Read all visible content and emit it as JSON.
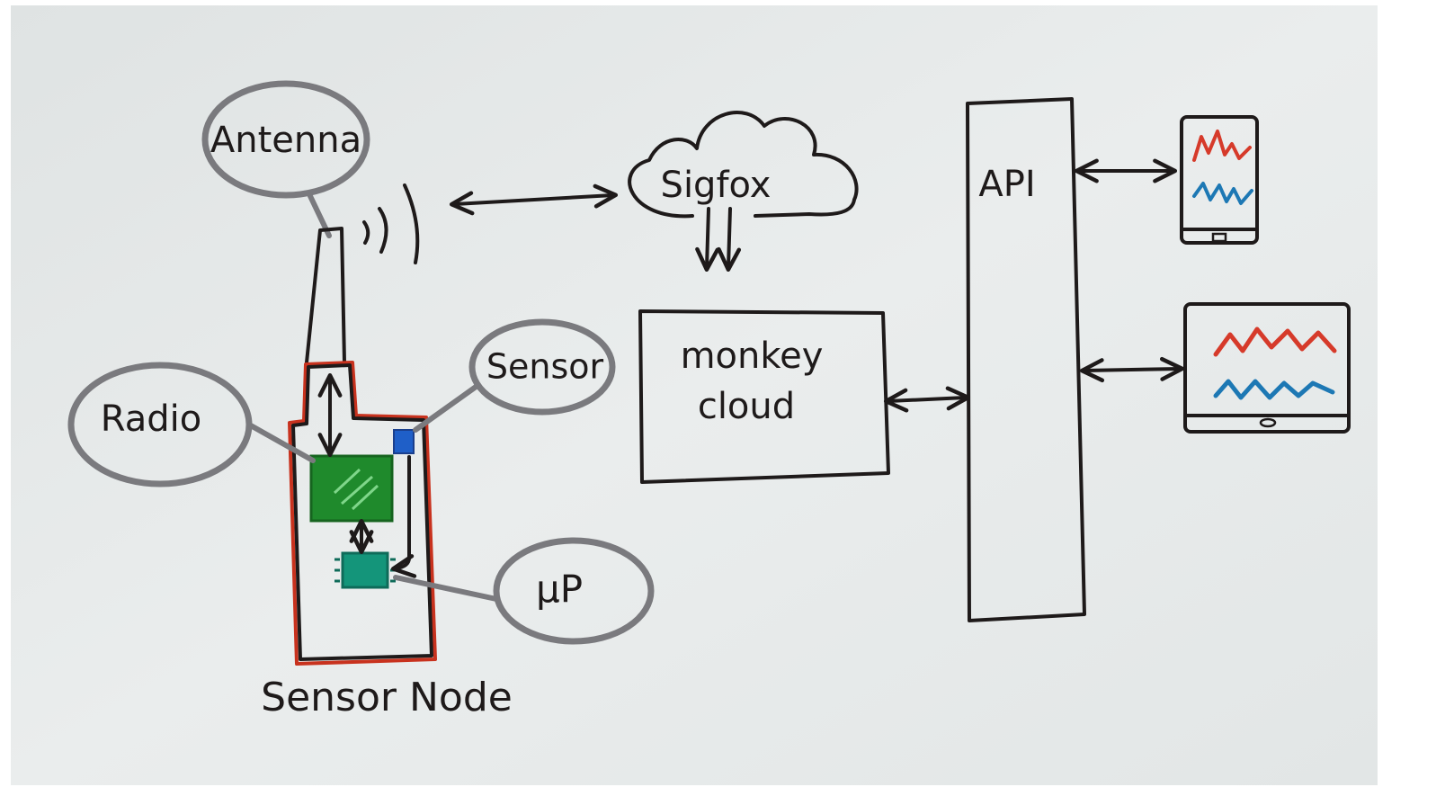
{
  "labels": {
    "antenna": "Antenna",
    "radio": "Radio",
    "sensor": "Sensor",
    "microprocessor": "μP",
    "sensor_node": "Sensor Node",
    "sigfox": "Sigfox",
    "monkey_cloud_line1": "monkey",
    "monkey_cloud_line2": "cloud",
    "api": "API"
  },
  "colors": {
    "paper": "#e6e9e9",
    "ink": "#1e1a1a",
    "node_outline": "#c8321e",
    "radio_chip": "#1f8a2c",
    "sensor_chip": "#1f5fc8",
    "mcu_chip": "#14957a",
    "bubble": "#7a7a7e",
    "trace_red": "#d63a2a",
    "trace_blue": "#1d78b4"
  }
}
